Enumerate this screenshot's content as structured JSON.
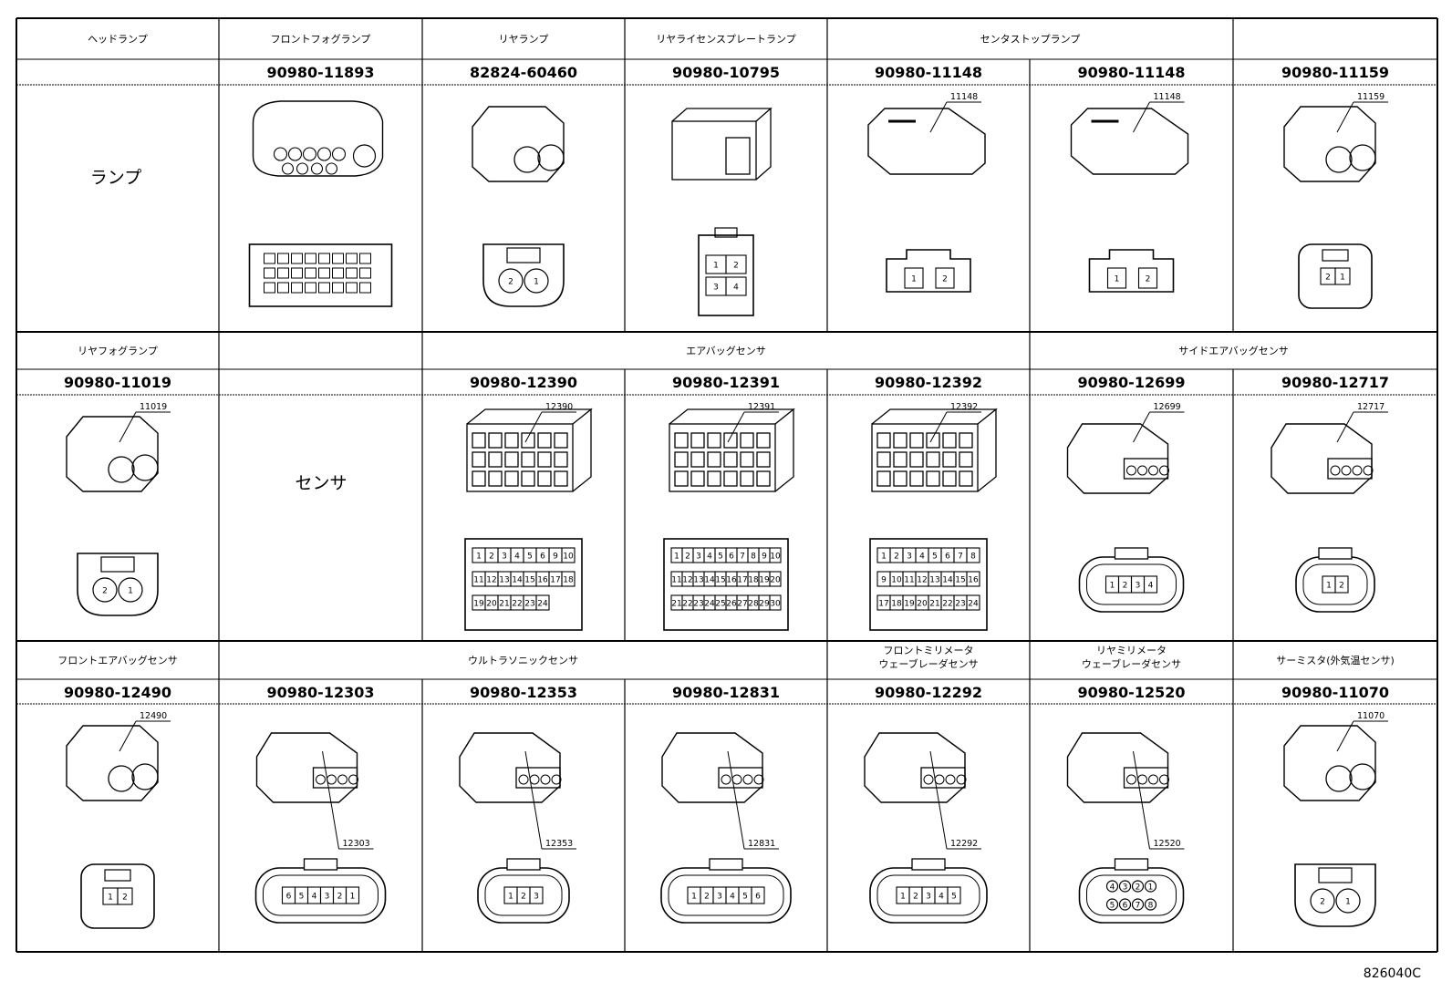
{
  "lamp_label": "ランプ",
  "sensor_label": "センサ",
  "drawing_number": "826040C",
  "rows": [
    {
      "headers": [
        {
          "span": 1,
          "text": "ヘッドランプ"
        },
        {
          "span": 1,
          "text": "フロントフォグランプ"
        },
        {
          "span": 1,
          "text": "リヤランプ"
        },
        {
          "span": 1,
          "text": "リヤライセンスプレートランプ"
        },
        {
          "span": 2,
          "text": "センタストップランプ"
        }
      ],
      "cells": [
        {
          "col": 1,
          "part": "90980-11893",
          "callout": "",
          "type": "multi",
          "pins": []
        },
        {
          "col": 2,
          "part": "82824-60460",
          "callout": "",
          "type": "round2",
          "pins": [
            "2",
            "1"
          ]
        },
        {
          "col": 3,
          "part": "90980-10795",
          "callout": "",
          "type": "quad",
          "pins": [
            "1",
            "2",
            "3",
            "4"
          ]
        },
        {
          "col": 4,
          "part": "90980-11148",
          "callout": "11148",
          "type": "flat2",
          "pins": [
            "1",
            "2"
          ]
        },
        {
          "col": 5,
          "part": "90980-11148",
          "callout": "11148",
          "type": "flat2",
          "pins": [
            "1",
            "2"
          ]
        },
        {
          "col": 6,
          "part": "90980-11159",
          "callout": "11159",
          "type": "sq2",
          "pins": [
            "2",
            "1"
          ]
        }
      ]
    },
    {
      "headers": [
        {
          "span": 1,
          "text": "リヤフォグランプ"
        },
        {
          "span": 1,
          "text": ""
        },
        {
          "span": 3,
          "text": "エアバッグセンサ"
        },
        {
          "span": 2,
          "text": "サイドエアバッグセンサ"
        }
      ],
      "cells": [
        {
          "col": 0,
          "part": "90980-11019",
          "callout": "11019",
          "type": "round2",
          "pins": [
            "2",
            "1"
          ]
        },
        {
          "col": 2,
          "part": "90980-12390",
          "callout": "12390",
          "type": "grid",
          "pins": [
            "1",
            "2",
            "3",
            "4",
            "5",
            "6",
            "9",
            "10",
            "11",
            "12",
            "13",
            "14",
            "15",
            "16",
            "17",
            "18",
            "19",
            "20",
            "21",
            "22",
            "23",
            "24"
          ]
        },
        {
          "col": 3,
          "part": "90980-12391",
          "callout": "12391",
          "type": "grid",
          "pins": [
            "1",
            "2",
            "3",
            "4",
            "5",
            "6",
            "7",
            "8",
            "9",
            "10",
            "11",
            "12",
            "13",
            "14",
            "15",
            "16",
            "17",
            "18",
            "19",
            "20",
            "21",
            "22",
            "23",
            "24",
            "25",
            "26",
            "27",
            "28",
            "29",
            "30"
          ]
        },
        {
          "col": 4,
          "part": "90980-12392",
          "callout": "12392",
          "type": "grid",
          "pins": [
            "1",
            "2",
            "3",
            "4",
            "5",
            "6",
            "7",
            "8",
            "9",
            "10",
            "11",
            "12",
            "13",
            "14",
            "15",
            "16",
            "17",
            "18",
            "19",
            "20",
            "21",
            "22",
            "23",
            "24"
          ]
        },
        {
          "col": 5,
          "part": "90980-12699",
          "callout": "12699",
          "type": "oval",
          "pins": [
            "1",
            "2",
            "3",
            "4"
          ]
        },
        {
          "col": 6,
          "part": "90980-12717",
          "callout": "12717",
          "type": "ovalx",
          "pins": [
            "1",
            "2"
          ]
        }
      ]
    },
    {
      "headers": [
        {
          "span": 1,
          "text": "フロントエアバッグセンサ"
        },
        {
          "span": 3,
          "text": "ウルトラソニックセンサ"
        },
        {
          "span": 1,
          "text": "フロントミリメータ\nウェーブレーダセンサ"
        },
        {
          "span": 1,
          "text": "リヤミリメータ\nウェーブレーダセンサ"
        },
        {
          "span": 1,
          "text": "サーミスタ(外気温センサ)"
        }
      ],
      "cells": [
        {
          "col": 0,
          "part": "90980-12490",
          "callout": "12490",
          "type": "sq2",
          "pins": [
            "1",
            "2"
          ]
        },
        {
          "col": 1,
          "part": "90980-12303",
          "callout": "12303",
          "type": "row",
          "pins": [
            "6",
            "5",
            "4",
            "3",
            "2",
            "1"
          ]
        },
        {
          "col": 2,
          "part": "90980-12353",
          "callout": "12353",
          "type": "row",
          "pins": [
            "1",
            "2",
            "3"
          ]
        },
        {
          "col": 3,
          "part": "90980-12831",
          "callout": "12831",
          "type": "row",
          "pins": [
            "1",
            "2",
            "3",
            "4",
            "5",
            "6"
          ]
        },
        {
          "col": 4,
          "part": "90980-12292",
          "callout": "12292",
          "type": "row",
          "pins": [
            "1",
            "2",
            "3",
            "4",
            "5"
          ]
        },
        {
          "col": 5,
          "part": "90980-12520",
          "callout": "12520",
          "type": "dual",
          "pins": [
            "4",
            "3",
            "2",
            "1",
            "5",
            "6",
            "7",
            "8"
          ]
        },
        {
          "col": 6,
          "part": "90980-11070",
          "callout": "11070",
          "type": "round2",
          "pins": [
            "2",
            "1"
          ]
        }
      ]
    }
  ]
}
